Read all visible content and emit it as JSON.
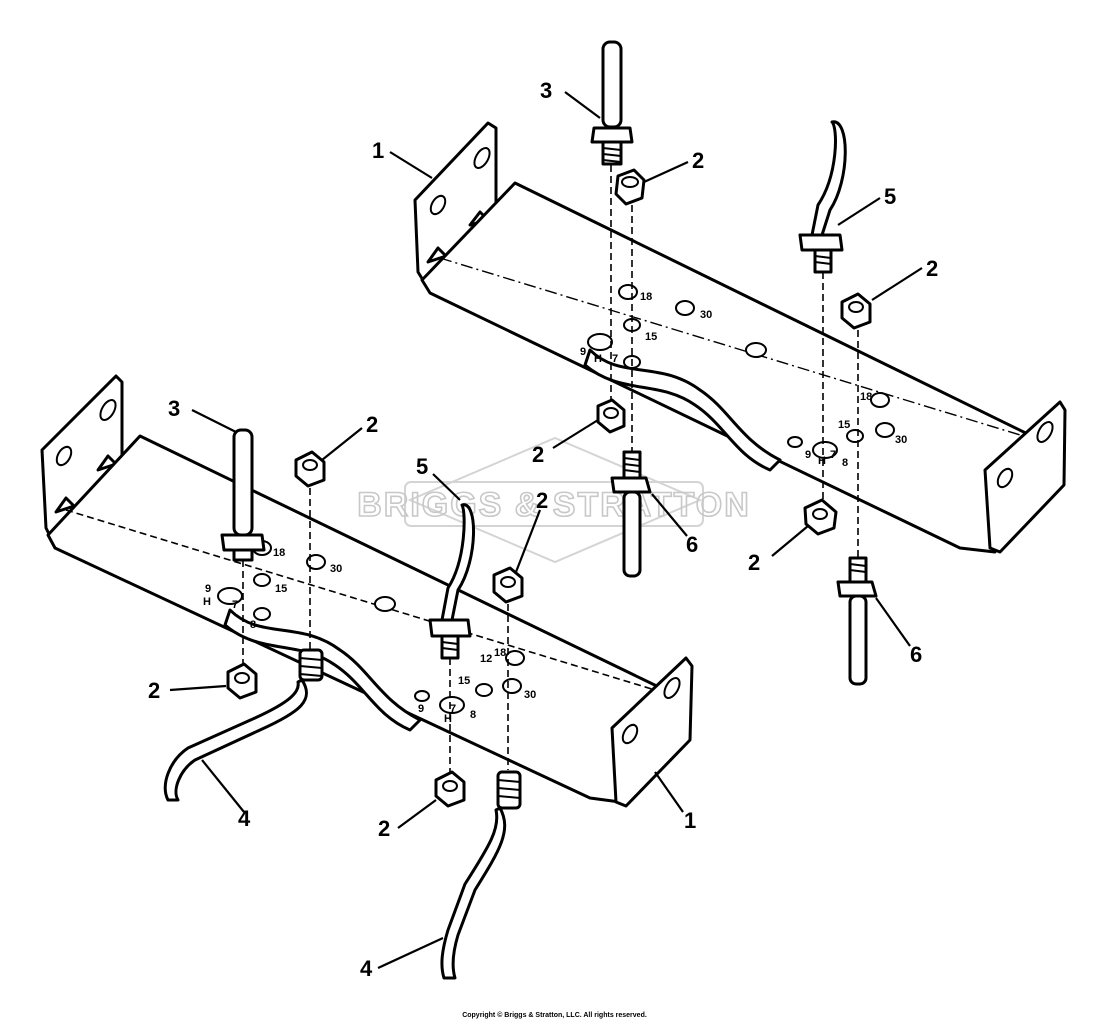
{
  "watermark": "BRIGGS & STRATTON",
  "copyright": "Copyright © Briggs & Stratton, LLC. All rights reserved.",
  "callouts": {
    "c1a": "1",
    "c1b": "1",
    "c2a": "2",
    "c2b": "2",
    "c2c": "2",
    "c2d": "2",
    "c2e": "2",
    "c2f": "2",
    "c2g": "2",
    "c2h": "2",
    "c3a": "3",
    "c3b": "3",
    "c4a": "4",
    "c4b": "4",
    "c5a": "5",
    "c5b": "5",
    "c6a": "6",
    "c6b": "6"
  },
  "hole_labels": {
    "l9": "9",
    "lH": "H",
    "l7": "7",
    "l8": "8",
    "l12": "12",
    "l15": "15",
    "l18": "18",
    "l30": "30"
  }
}
